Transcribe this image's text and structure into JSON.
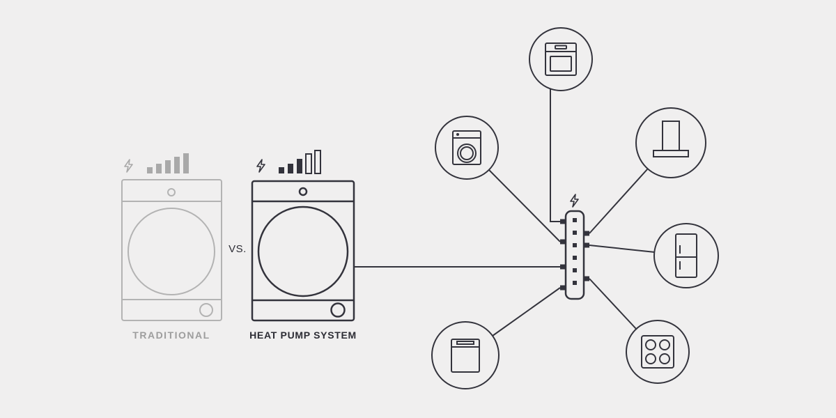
{
  "colors": {
    "background": "#f0efef",
    "muted_gray": "#a9a9a9",
    "outline_gray": "#b3b3b3",
    "dark": "#33333c",
    "label_gray": "#9d9d9d"
  },
  "comparison": {
    "traditional": {
      "label": "TRADITIONAL",
      "energy": {
        "color": "#a9a9a9",
        "bar_heights": [
          9,
          14,
          19,
          24,
          29
        ],
        "bar_filled": [
          true,
          true,
          true,
          true,
          true
        ]
      }
    },
    "vs_label": "VS.",
    "heat_pump": {
      "label": "HEAT PUMP SYSTEM",
      "energy": {
        "color": "#33333c",
        "bar_heights": [
          9,
          14,
          21,
          28,
          33
        ],
        "bar_filled": [
          true,
          true,
          true,
          false,
          false
        ]
      }
    }
  },
  "network": {
    "hub": {
      "icon": "power-strip-icon",
      "bolt_icon": "lightning-bolt-icon",
      "socket_count": 6
    },
    "nodes": [
      {
        "icon": "oven-icon",
        "position": "top"
      },
      {
        "icon": "washing-machine-icon",
        "position": "upper-left"
      },
      {
        "icon": "range-hood-icon",
        "position": "upper-right"
      },
      {
        "icon": "refrigerator-icon",
        "position": "right"
      },
      {
        "icon": "dishwasher-icon",
        "position": "lower-left"
      },
      {
        "icon": "cooktop-icon",
        "position": "lower-right"
      }
    ]
  }
}
